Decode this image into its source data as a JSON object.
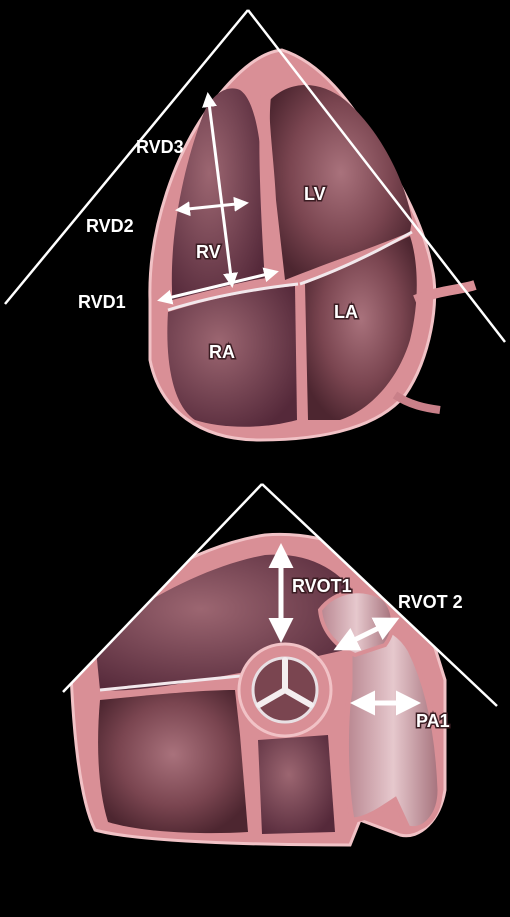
{
  "top_view": {
    "labels": {
      "rvd3": "RVD3",
      "rvd2": "RVD2",
      "rvd1": "RVD1",
      "rv": "RV",
      "lv": "LV",
      "ra": "RA",
      "la": "LA"
    }
  },
  "bottom_view": {
    "labels": {
      "rvot1": "RVOT1",
      "rvot2": "RVOT 2",
      "pa1": "PA1"
    }
  },
  "colors": {
    "background": "#000000",
    "sector_line": "#ffffff",
    "myocardium": "#d98f96",
    "myocardium_edge": "#f1c2c6",
    "chamber": "#6e3c47",
    "chamber_light": "#9a6a73",
    "valve": "#e8e0e4",
    "arrow": "#ffffff"
  }
}
